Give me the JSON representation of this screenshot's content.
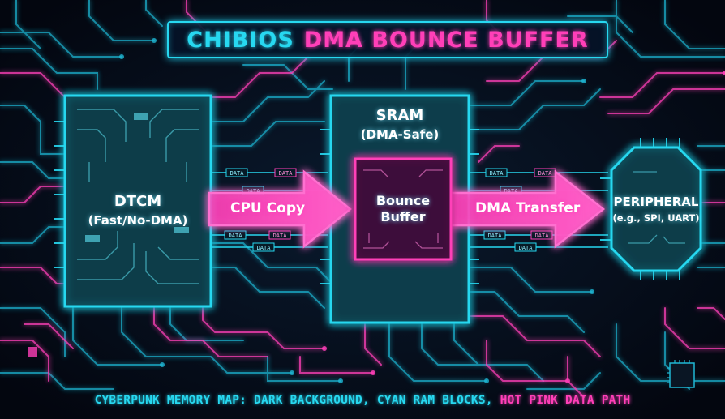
{
  "title": {
    "part1": "CHIBIOS",
    "part2": "DMA BOUNCE BUFFER"
  },
  "blocks": {
    "dtcm": {
      "name": "DTCM",
      "sub": "(Fast/No-DMA)"
    },
    "sram": {
      "name": "SRAM",
      "sub": "(DMA-Safe)"
    },
    "bounce": {
      "line1": "Bounce",
      "line2": "Buffer"
    },
    "peripheral": {
      "name": "PERIPHERAL",
      "sub": "(e.g., SPI, UART)"
    }
  },
  "arrows": {
    "cpu_copy": "CPU Copy",
    "dma_transfer": "DMA Transfer"
  },
  "packet_label": "DATA",
  "footer": {
    "part1": "CYBERPUNK MEMORY MAP: DARK BACKGROUND,",
    "part2": "CYAN RAM BLOCKS,",
    "part3": "HOT PINK DATA PATH"
  },
  "colors": {
    "cyan": "#27d8f0",
    "hot_pink": "#ff3fb8",
    "background": "#050a16",
    "block_fill": "#0d3d4a"
  }
}
